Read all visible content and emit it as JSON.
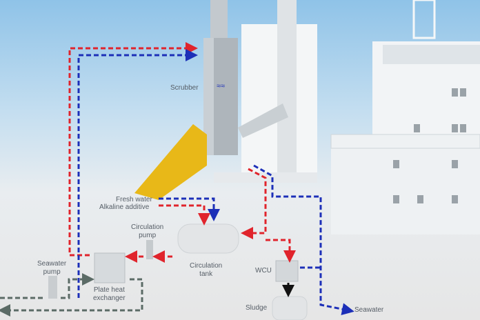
{
  "labels": {
    "scrubber": "Scrubber",
    "fresh_water": "Fresh water",
    "alkaline_additive": "Alkaline additive",
    "circulation_pump": [
      "Circulation",
      "pump"
    ],
    "circulation_tank": [
      "Circulation",
      "tank"
    ],
    "seawater_pump": [
      "Seawater",
      "pump"
    ],
    "plate_heat_exchanger": [
      "Plate heat",
      "exchanger"
    ],
    "wcu": "WCU",
    "sludge": "Sludge",
    "seawater": "Seawater"
  },
  "colors": {
    "hot": "#e0242c",
    "cold": "#1c2fb8",
    "seawater_loop": "#5b6b66",
    "sludge": "#111111"
  }
}
